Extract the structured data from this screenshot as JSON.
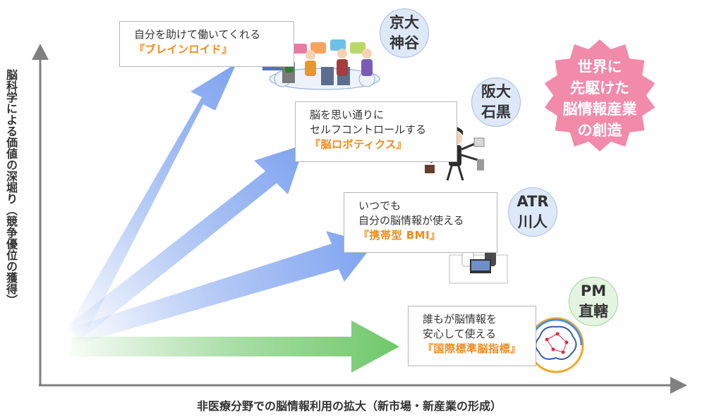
{
  "axes": {
    "x_label": "非医療分野での脳情報利用の拡大（新市場・新産業の形成）",
    "y_label": "脳科学による価値の深堀り（競争優位の獲得）"
  },
  "goals": [
    {
      "lines": [
        "自分を助けて働いてくれる"
      ],
      "highlight": "『ブレインロイド』",
      "org_lines": [
        "京大",
        "神谷"
      ]
    },
    {
      "lines": [
        "脳を思い通りに",
        "セルフコントロールする"
      ],
      "highlight": "『脳ロボティクス』",
      "org_lines": [
        "阪大",
        "石黒"
      ]
    },
    {
      "lines": [
        "いつでも",
        "自分の脳情報が使える"
      ],
      "highlight": "『携帯型 BMI』",
      "org_lines": [
        "ATR",
        "川人"
      ]
    },
    {
      "lines": [
        "誰もが脳情報を",
        "安心して使える"
      ],
      "highlight": "『国際標準脳指標』",
      "org_lines": [
        "PM",
        "直轄"
      ]
    }
  ],
  "badge": {
    "lines": [
      "世界に",
      "先駆けた",
      "脳情報産業",
      "の創造"
    ]
  },
  "colors": {
    "arrow_blue": "#7ea3ef",
    "arrow_green": "#6fc86a",
    "highlight_text": "#f08a1c",
    "badge": "#f28aaa",
    "circle_blue": "#dde8f8",
    "circle_green": "#e3f5e0",
    "axis": "#808080"
  },
  "icons": {
    "illustration_1": "people-with-computers-illustration",
    "illustration_2": "multitasking-woman-illustration",
    "illustration_3": "two-people-at-computer-illustration",
    "illustration_4": "brain-network-icon"
  }
}
